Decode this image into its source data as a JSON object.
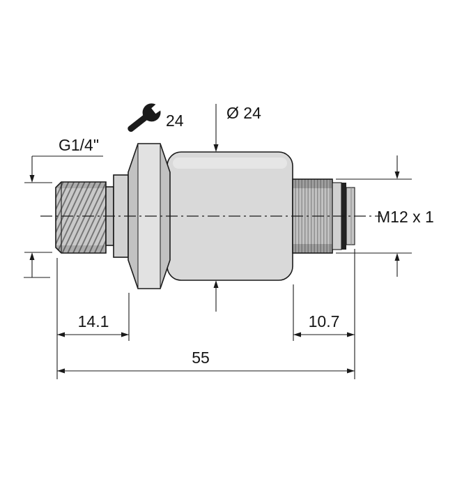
{
  "labels": {
    "thread_size": "G1/4\"",
    "wrench_size": "24",
    "body_diameter": "Ø 24",
    "connector_thread": "M12 x 1"
  },
  "dimensions": {
    "thread_length": "14.1",
    "connector_length": "10.7",
    "overall_length": "55"
  },
  "icons": {
    "wrench": "wrench-icon",
    "diameter_symbol": "Ø"
  },
  "colors": {
    "line": "#1a1a1a",
    "body_fill": "#d9d9d9",
    "thread_fill": "#c9c9c9",
    "connector_fill": "#c2c2c2",
    "background": "#ffffff"
  }
}
